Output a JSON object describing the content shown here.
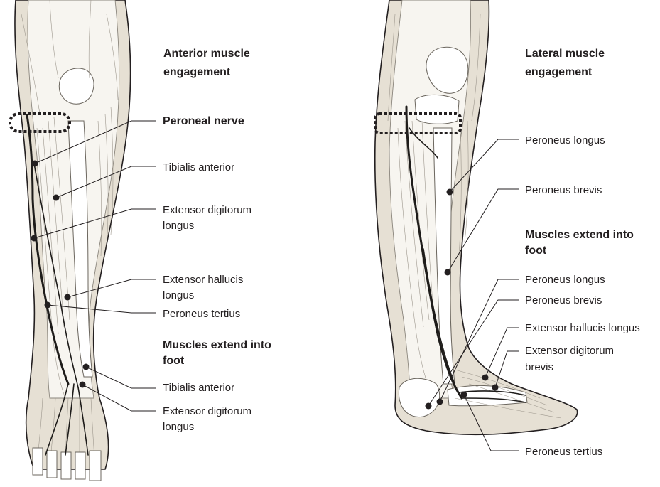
{
  "anterior": {
    "heading_lines": [
      "Anterior muscle",
      "engagement"
    ],
    "labels": {
      "peroneal_nerve": "Peroneal nerve",
      "tibialis_anterior": "Tibialis anterior",
      "ext_digitorum_longus": [
        "Extensor digitorum",
        "longus"
      ],
      "ext_hallucis_longus": [
        "Extensor hallucis",
        "longus"
      ],
      "peroneus_tertius": "Peroneus tertius"
    },
    "foot_heading_lines": [
      "Muscles extend into",
      "foot"
    ],
    "foot_labels": {
      "tibialis_anterior": "Tibialis anterior",
      "ext_digitorum_longus": [
        "Extensor digitorum",
        "longus"
      ]
    }
  },
  "lateral": {
    "heading_lines": [
      "Lateral muscle",
      "engagement"
    ],
    "labels": {
      "peroneus_longus": "Peroneus longus",
      "peroneus_brevis": "Peroneus brevis"
    },
    "foot_heading_lines": [
      "Muscles extend into",
      "foot"
    ],
    "foot_labels": {
      "peroneus_longus": "Peroneus longus",
      "peroneus_brevis": "Peroneus brevis",
      "ext_hallucis_longus": "Extensor hallucis longus",
      "ext_digitorum_brevis": [
        "Extensor digitorum",
        "brevis"
      ],
      "peroneus_tertius": "Peroneus tertius"
    }
  }
}
